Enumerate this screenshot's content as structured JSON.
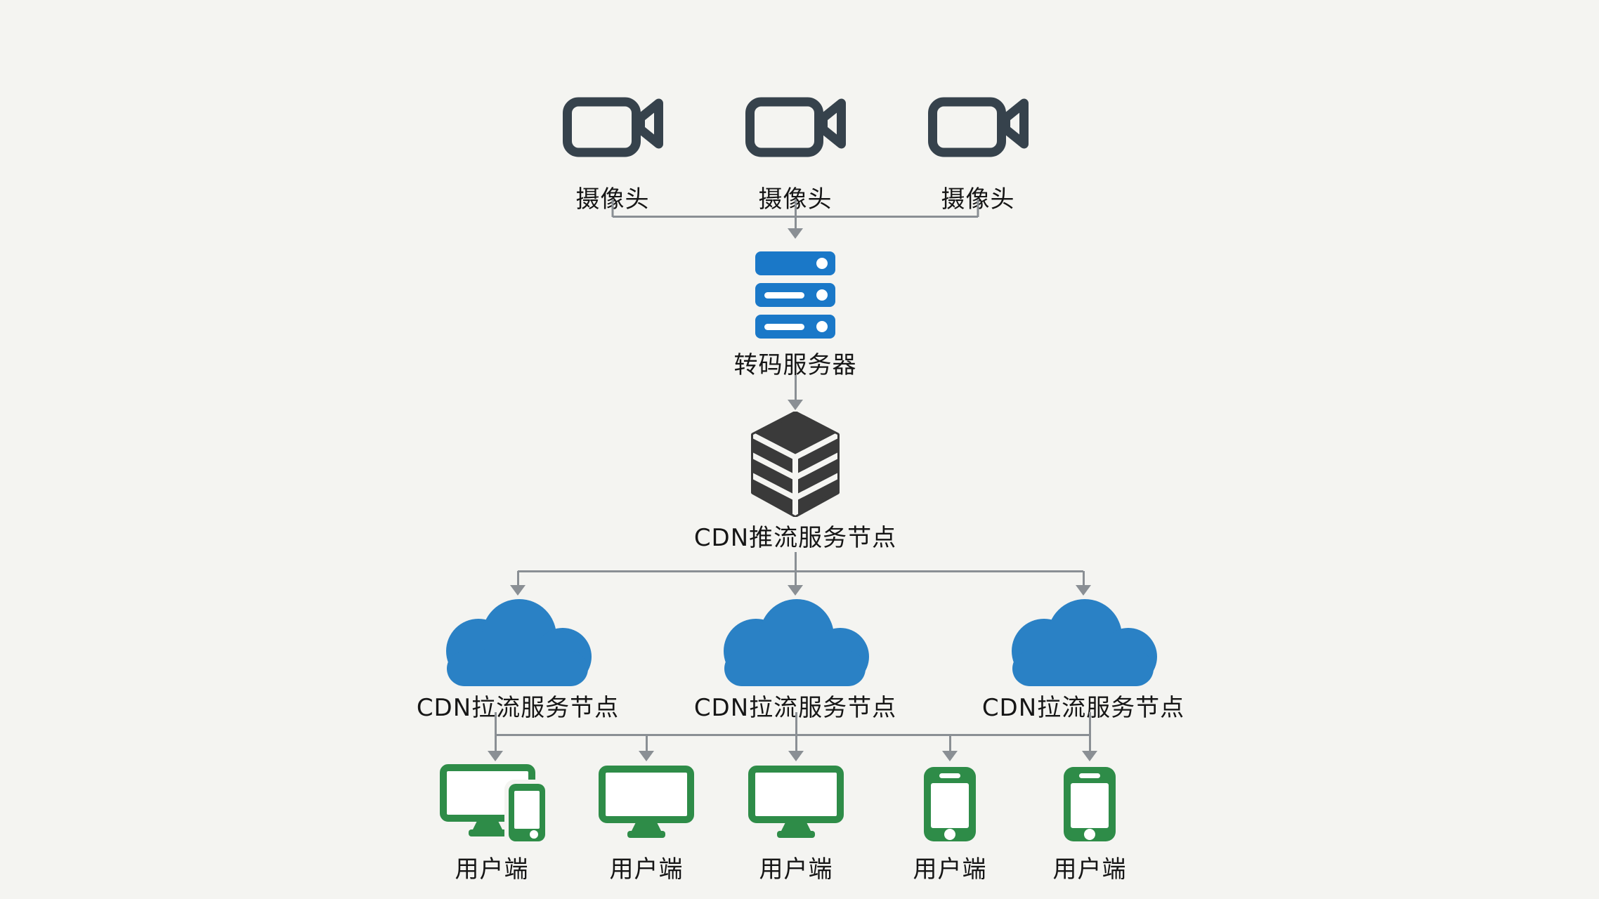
{
  "colors": {
    "camera": "#36424c",
    "server": "#1a78c8",
    "cube": "#3a3a3a",
    "cloud": "#2a81c5",
    "client": "#2e8c48",
    "line": "#8a8f94",
    "text": "#161616",
    "bg": "#f4f4f1"
  },
  "diagram": {
    "cameras": [
      {
        "label": "摄像头"
      },
      {
        "label": "摄像头"
      },
      {
        "label": "摄像头"
      }
    ],
    "transcoder": {
      "label": "转码服务器"
    },
    "push_node": {
      "label": "CDN推流服务节点"
    },
    "pull_nodes": [
      {
        "label": "CDN拉流服务节点"
      },
      {
        "label": "CDN拉流服务节点"
      },
      {
        "label": "CDN拉流服务节点"
      }
    ],
    "clients": [
      {
        "label": "用户端",
        "device": "desktop-and-mobile"
      },
      {
        "label": "用户端",
        "device": "desktop"
      },
      {
        "label": "用户端",
        "device": "desktop"
      },
      {
        "label": "用户端",
        "device": "mobile"
      },
      {
        "label": "用户端",
        "device": "mobile"
      }
    ]
  }
}
